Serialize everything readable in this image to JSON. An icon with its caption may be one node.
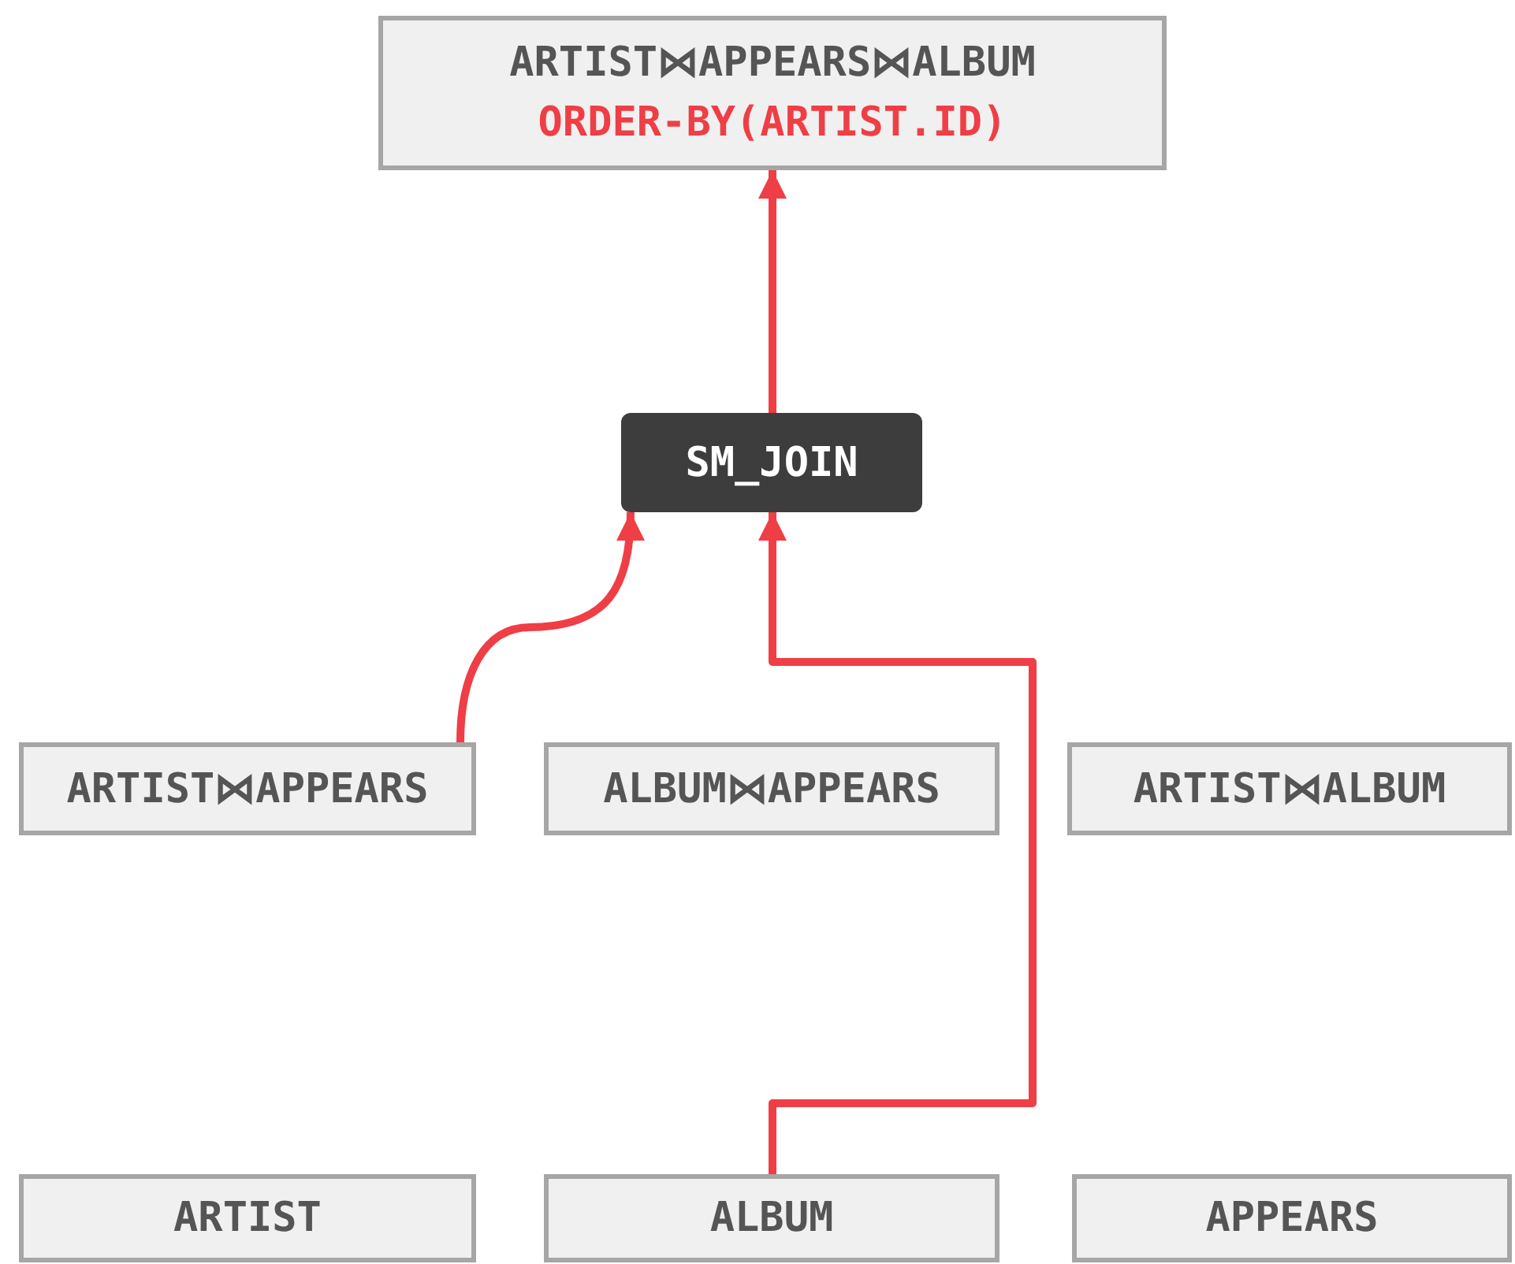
{
  "diagram": {
    "nodes": [
      {
        "text": [
          "ARTIST⋈APPEARS⋈ALBUM",
          "ORDER-BY(ARTIST.ID)"
        ]
      },
      {
        "text": [
          "SM_JOIN"
        ]
      },
      {
        "text": [
          "ARTIST⋈APPEARS"
        ]
      },
      {
        "text": [
          "ALBUM⋈APPEARS"
        ]
      },
      {
        "text": [
          "ARTIST⋈ALBUM"
        ]
      },
      {
        "text": [
          "ARTIST"
        ]
      },
      {
        "text": [
          "ALBUM"
        ]
      },
      {
        "text": [
          "APPEARS"
        ]
      }
    ],
    "edges": [
      {
        "from": 1,
        "to": 0,
        "arrow": "to"
      },
      {
        "from": 2,
        "to": 1,
        "arrow": "to"
      },
      {
        "from": 6,
        "to": 1,
        "arrow": "to"
      }
    ]
  }
}
